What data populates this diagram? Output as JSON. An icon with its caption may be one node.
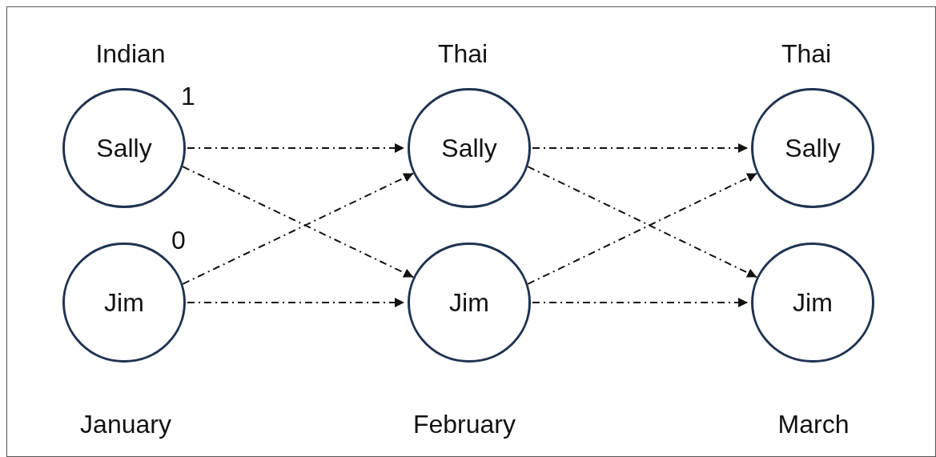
{
  "diagram": {
    "nodes": [
      {
        "text": [
          "Sally"
        ],
        "beside": [
          "Indian",
          "1"
        ]
      },
      {
        "text": [
          "Jim"
        ],
        "beside": [
          "0"
        ]
      },
      {
        "text": [
          "Sally"
        ],
        "beside": [
          "Thai"
        ]
      },
      {
        "text": [
          "Jim"
        ]
      },
      {
        "text": [
          "Sally"
        ],
        "beside": [
          "Thai"
        ]
      },
      {
        "text": [
          "Jim"
        ]
      }
    ],
    "edges": [
      {
        "from": 0,
        "to": 2,
        "arrow": "to",
        "style": "dashed"
      },
      {
        "from": 0,
        "to": 3,
        "arrow": "to",
        "style": "dashed"
      },
      {
        "from": 1,
        "to": 2,
        "arrow": "to",
        "style": "dashed"
      },
      {
        "from": 1,
        "to": 3,
        "arrow": "to",
        "style": "dashed"
      },
      {
        "from": 2,
        "to": 4,
        "arrow": "to",
        "style": "dashed"
      },
      {
        "from": 2,
        "to": 5,
        "arrow": "to",
        "style": "dashed"
      },
      {
        "from": 3,
        "to": 4,
        "arrow": "to",
        "style": "dashed"
      },
      {
        "from": 3,
        "to": 5,
        "arrow": "to",
        "style": "dashed"
      }
    ],
    "labels": [
      "January",
      "February",
      "March"
    ]
  }
}
